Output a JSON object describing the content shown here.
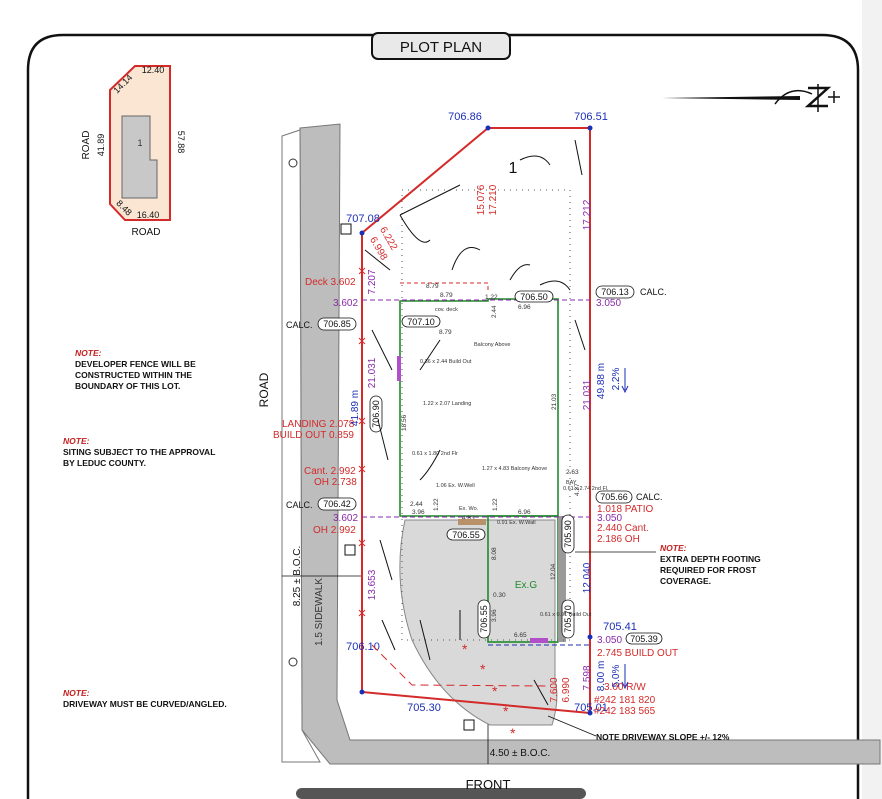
{
  "title": "PLOT PLAN",
  "colors": {
    "red": "#d42a2a",
    "blue": "#1a2fb5",
    "green": "#1f8a2a",
    "purple": "#8a2aa8",
    "grey": "#bdbdbd"
  },
  "key_map": {
    "lot_label": "1",
    "dims": {
      "top": "12.40",
      "top_diag": "14.14",
      "left": "41.89",
      "right": "57.88",
      "bottom": "16.40",
      "bottom_diag": "8.48"
    },
    "road_left": "ROAD",
    "road_bottom": "ROAD"
  },
  "road_side_label": "ROAD",
  "front_label": "FRONT",
  "sidewalk_label": "1.5 SIDEWALK",
  "boc_left": "8.25 ± B.O.C.",
  "boc_bottom": "4.50 ± B.O.C.",
  "lot_number": "1",
  "corner_elevations": {
    "top_left": "706.86",
    "top_right": "706.51",
    "left_upper": "707.08",
    "left_lower": "706.10",
    "bottom_mid": "705.30",
    "bottom_right": "705.01",
    "right_lower": "705.41"
  },
  "calc": {
    "label": "CALC.",
    "right_upper": "706.13",
    "left_upper": "706.85",
    "left_lower": "706.42",
    "right_lower": "705.66"
  },
  "bubble_elevations": {
    "house_top": "706.50",
    "house_left": "707.10",
    "house_mid_left": "706.90",
    "garage_top": "706.55",
    "garage_right": "705.90",
    "garage_left": "706.55",
    "garage_right_low": "705.70",
    "bottom_right": "705.39"
  },
  "red_labels": {
    "deck": "Deck 3.602",
    "landing": "LANDING 2.078",
    "build_out_1": "BUILD OUT 0.859",
    "cant_1": "Cant. 2.992",
    "oh_1": "OH 2.738",
    "oh_2": "OH 2.992",
    "patio": "1.018 PATIO",
    "cant_2": "2.440 Cant.",
    "oh_3": "2.186 OH",
    "build_out_2": "2.745 BUILD OUT",
    "rw": "3.00  R/W",
    "plan_1": "#242 181 820",
    "plan_2": "#242 183 565",
    "dim_15": "15.076",
    "dim_17": "17.210",
    "dim_6222": "6.222",
    "dim_6998": "6.998",
    "dim_7600": "7.600",
    "dim_6990": "6.990"
  },
  "purple_labels": {
    "right_17": "17.212",
    "left_7207": "7.207",
    "left_3602a": "3.602",
    "left_21": "21.031",
    "right_21": "21.031",
    "left_3602b": "3.602",
    "left_13": "13.653",
    "right_3050a": "3.050",
    "right_3050b": "3.050",
    "right_3050c": "3.050",
    "right_7598": "7.598"
  },
  "blue_labels": {
    "left_41": "41.89 m",
    "right_49": "49.88 m",
    "slope_1": "2.2%",
    "right_12": "12.040",
    "right_8": "8.00 m",
    "slope_2": "5.0%"
  },
  "small_dims": {
    "d879a": "8.79",
    "d879b": "8.79",
    "d879c": "8.79",
    "d244": "2.44",
    "d696a": "6.96",
    "d2103": "21.03",
    "d1656": "18.56",
    "d396a": "3.96",
    "d483a": "4.83",
    "d696b": "6.96",
    "d122a": "1.22",
    "d122b": "1.22",
    "d808": "8.08",
    "d030": "0.30",
    "d396b": "3.96",
    "d665": "6.65",
    "d1204": "12.04",
    "d427": "4.27",
    "d263": "2.63",
    "d122c": "1.22",
    "d2444": "2.44"
  },
  "tags": {
    "cov_deck": "cov. deck",
    "balcony_1": "Balcony Above",
    "build_out_a": "0.36 x 2.44 Build Out",
    "landing": "1.22 x 2.07 Landing",
    "cant_a": "0.61 x 1.80 2nd Flr",
    "balcony_2": "1.27 x 4.83 Balcony Above",
    "wwell": "1.06 Ex. W.Well",
    "ex_wo": "Ex. Wo.",
    "wwall": "0.91 Ex. W.Wall",
    "cant_b": "0.61 x 2.74 2nd Fl.",
    "build_out_b": "0.61 x 0.91 Build Out",
    "bay": "BAY"
  },
  "garage_label": "Ex.G",
  "notes": {
    "heading": "NOTE:",
    "fence": [
      "DEVELOPER FENCE WILL BE",
      "CONSTRUCTED WITHIN THE",
      "BOUNDARY OF THIS LOT."
    ],
    "siting": [
      "SITING SUBJECT TO THE APPROVAL",
      "BY LEDUC COUNTY."
    ],
    "footing": [
      "EXTRA DEPTH FOOTING",
      "REQUIRED FOR FROST",
      "COVERAGE."
    ],
    "driveway": [
      "DRIVEWAY MUST BE CURVED/ANGLED."
    ],
    "slope": "NOTE DRIVEWAY SLOPE +/- 12%"
  },
  "north_label": "N"
}
